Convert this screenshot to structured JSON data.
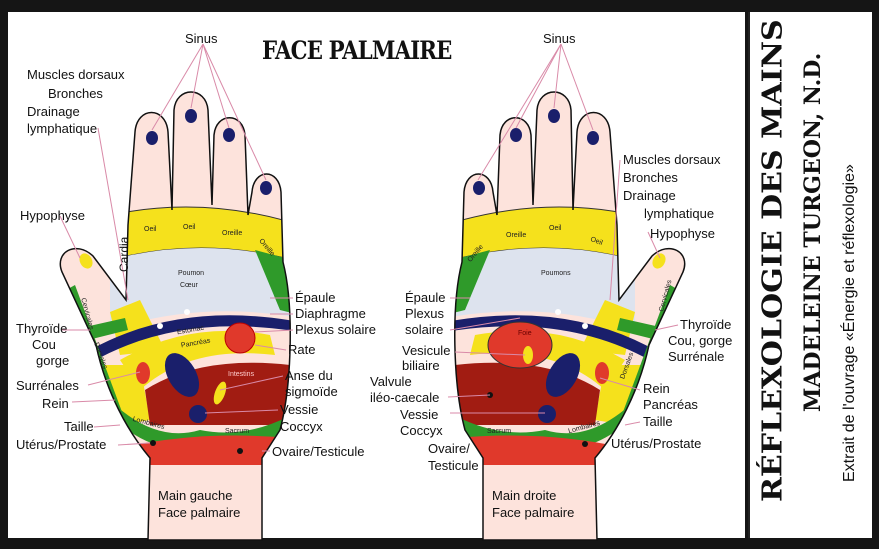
{
  "title": "FACE PALMAIRE",
  "side": {
    "heading": "RÉFLEXOLOGIE DES MAINS",
    "author": "MADELEINE TURGEON, N.D.",
    "source": "Extrait de l'ouvrage «Énergie et réflexologie»"
  },
  "left_hand": {
    "caption1": "Main gauche",
    "caption2": "Face palmaire",
    "labels": {
      "sinus": "Sinus",
      "muscles": "Muscles dorsaux",
      "bronches": "Bronches",
      "drainage": "Drainage",
      "lymphatique": "lymphatique",
      "hypophyse": "Hypophyse",
      "cardia": "Cardia",
      "thyroide": "Thyroïde",
      "cou": "Cou",
      "gorge": "gorge",
      "surrenales": "Surrénales",
      "rein": "Rein",
      "taille": "Taille",
      "uterus": "Utérus/Prostate",
      "epaule": "Épaule",
      "diaphragme": "Diaphragme",
      "plexus": "Plexus solaire",
      "rate": "Rate",
      "anse": "Anse du",
      "sigmoide": "sigmoïde",
      "vessie": "Vessie",
      "coccyx": "Coccyx",
      "ovaire": "Ovaire/Testicule"
    },
    "inner": {
      "oeil1": "Oeil",
      "oeil2": "Oeil",
      "oreille1": "Oreille",
      "oreille2": "Oreille",
      "poumon": "Poumon",
      "coeur": "Cœur",
      "estomac": "Estomac",
      "pancreas": "Pancréas",
      "intestins": "Intestins",
      "lombaires": "Lombaires",
      "sacrum": "Sacrum",
      "cervicales": "Cervicales",
      "dorsales": "Dorsales"
    }
  },
  "right_hand": {
    "caption1": "Main droite",
    "caption2": "Face palmaire",
    "labels": {
      "sinus": "Sinus",
      "muscles": "Muscles dorsaux",
      "bronches": "Bronches",
      "drainage": "Drainage",
      "lymphatique": "lymphatique",
      "hypophyse": "Hypophyse",
      "epaule": "Épaule",
      "plexus": "Plexus",
      "solaire": "solaire",
      "vesicule": "Vesicule",
      "biliaire": "biliaire",
      "valvule": "Valvule",
      "ileo": "iléo-caecale",
      "vessie": "Vessie",
      "coccyx": "Coccyx",
      "ovaire": "Ovaire/",
      "testicule": "Testicule",
      "thyroide": "Thyroïde",
      "cou": "Cou, gorge",
      "surrenale": "Surrénale",
      "rein": "Rein",
      "pancreas": "Pancréas",
      "taille": "Taille",
      "uterus": "Utérus/Prostate"
    },
    "inner": {
      "oreille1": "Oreille",
      "oreille2": "Oreille",
      "oeil1": "Oeil",
      "oeil2": "Oeil",
      "poumons": "Poumons",
      "foie": "Foie",
      "sacrum": "Sacrum",
      "lombaires": "Lombaires",
      "cervicales": "Cervicales",
      "dorsales": "Dorsales"
    }
  },
  "colors": {
    "skin": "#fde3dc",
    "yellow": "#f5e11c",
    "green": "#2f9a2a",
    "navy": "#1a1f6b",
    "red": "#e0392b",
    "darkred": "#a11c12",
    "lung": "#dde3ee",
    "line": "#d98aa8"
  }
}
